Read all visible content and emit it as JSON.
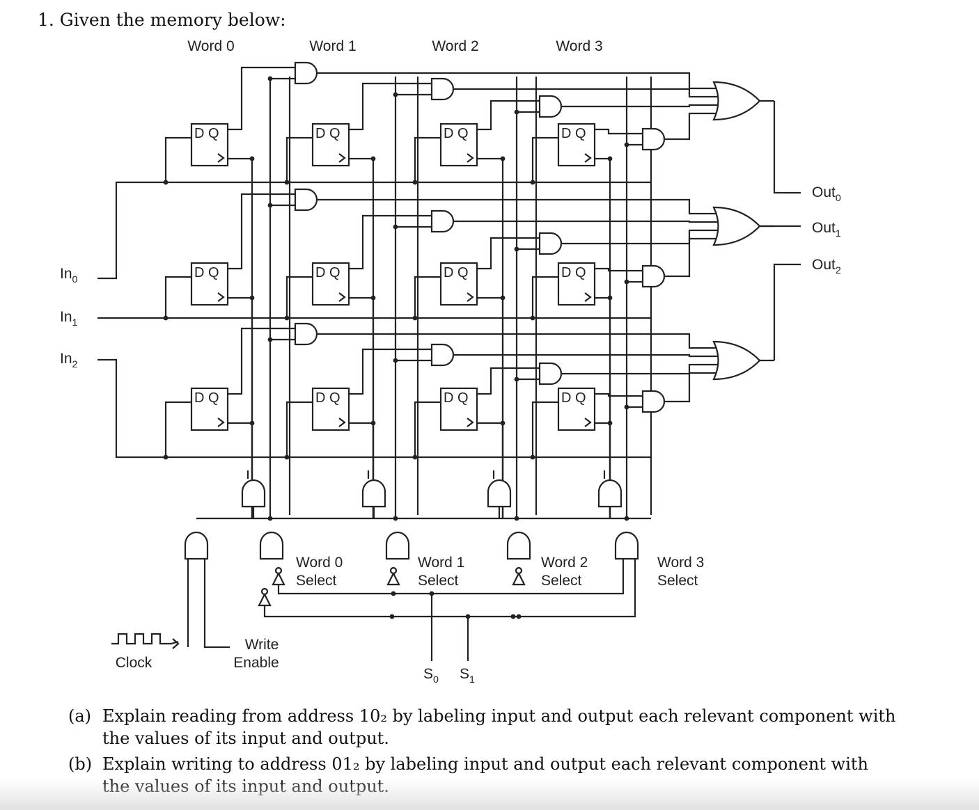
{
  "question": {
    "title": "1. Given the memory below:",
    "parts": [
      {
        "label": "(a)",
        "text": "Explain reading from address 10₂ by labeling input and output each relevant component with the values of its input and output."
      },
      {
        "label": "(b)",
        "text": "Explain writing to address 01₂ by labeling input and output each relevant component with the values of its input and output."
      }
    ]
  },
  "diagram": {
    "word_headers": [
      "Word 0",
      "Word 1",
      "Word 2",
      "Word 3"
    ],
    "flipflop_label": "D Q",
    "inputs": [
      {
        "main": "In",
        "sub": "0"
      },
      {
        "main": "In",
        "sub": "1"
      },
      {
        "main": "In",
        "sub": "2"
      }
    ],
    "outputs": [
      {
        "main": "Out",
        "sub": "0"
      },
      {
        "main": "Out",
        "sub": "1"
      },
      {
        "main": "Out",
        "sub": "2"
      }
    ],
    "select_labels": [
      {
        "line1": "Word 0",
        "line2": "Select"
      },
      {
        "line1": "Word 1",
        "line2": "Select"
      },
      {
        "line1": "Word 2",
        "line2": "Select"
      },
      {
        "line1": "Word 3",
        "line2": "Select"
      }
    ],
    "clock_label": "Clock",
    "write_enable": {
      "line1": "Write",
      "line2": "Enable"
    },
    "select_inputs": [
      {
        "main": "S",
        "sub": "0"
      },
      {
        "main": "S",
        "sub": "1"
      }
    ]
  }
}
